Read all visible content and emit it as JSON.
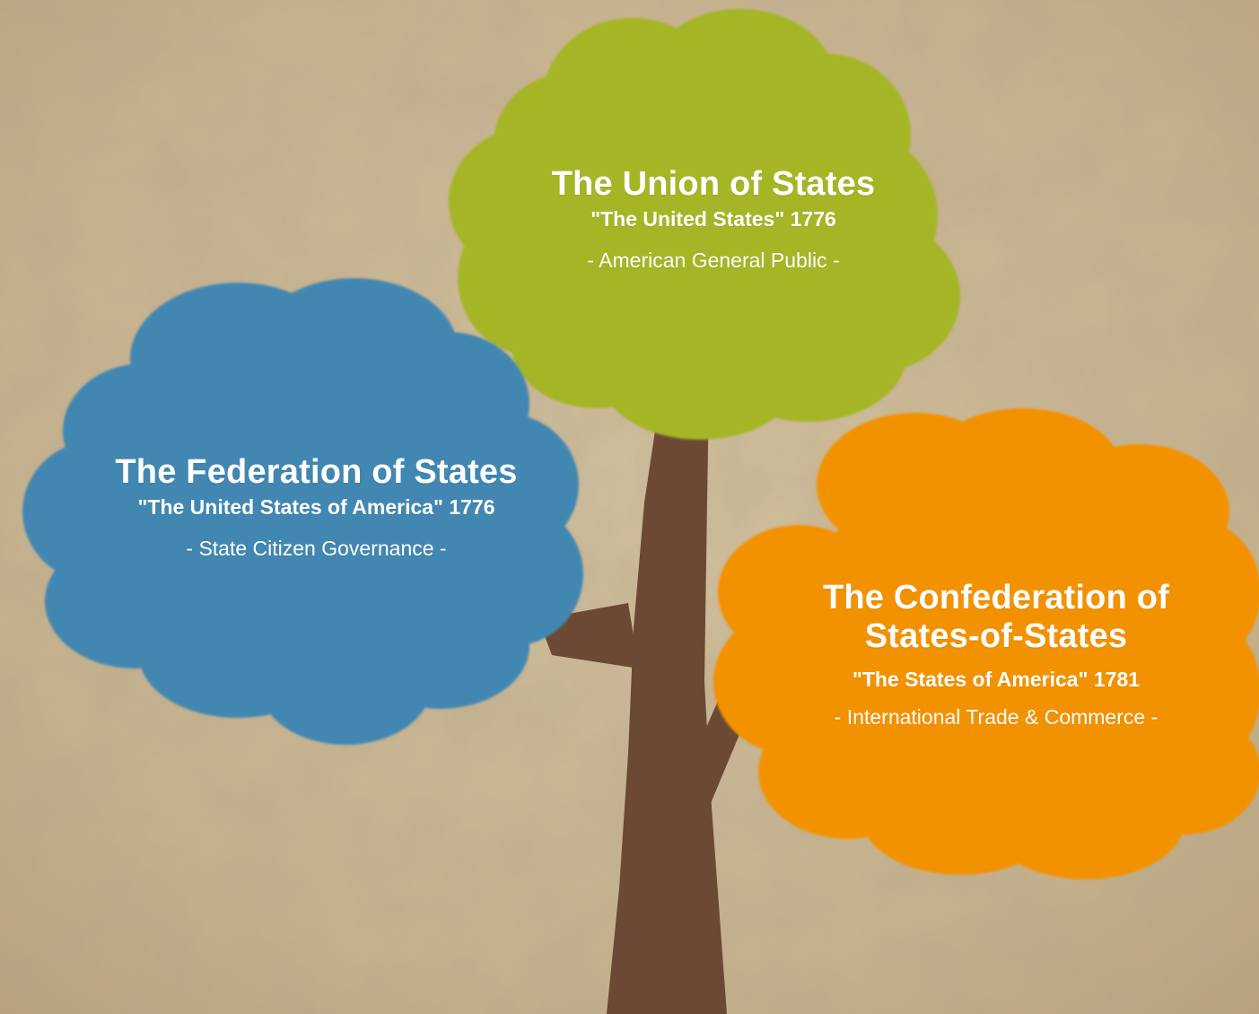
{
  "colors": {
    "background": "#cdb894",
    "background_dark": "#b59f78",
    "trunk": "#6b4934",
    "union": "#a5b525",
    "federation": "#4287b1",
    "confederation": "#f39204",
    "text": "#ffffff"
  },
  "clouds": {
    "union": {
      "title": "The Union of States",
      "subtitle": "\"The United States\" 1776",
      "tagline": "- American General Public -"
    },
    "federation": {
      "title": "The Federation of States",
      "subtitle": "\"The United States of America\" 1776",
      "tagline": "- State Citizen Governance -"
    },
    "confederation": {
      "title_line1": "The Confederation of",
      "title_line2": "States-of-States",
      "subtitle": "\"The States of America\" 1781",
      "tagline": "- International Trade & Commerce -"
    }
  }
}
